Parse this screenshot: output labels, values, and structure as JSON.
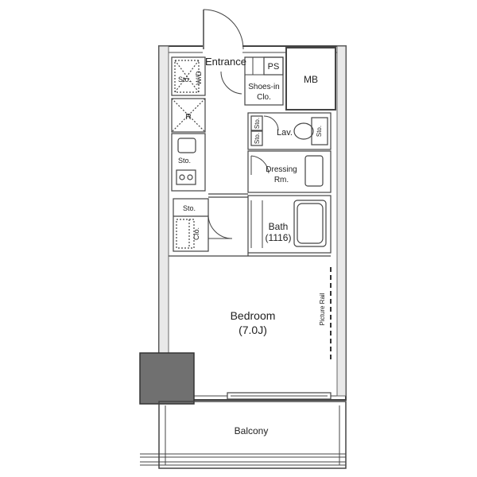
{
  "rooms": {
    "entrance": "Entrance",
    "ps": "PS",
    "mb": "MB",
    "shoes_in_closet": [
      "Shoes-in",
      "Clo."
    ],
    "storage_top": "Sto.",
    "wd": "W/D",
    "refrigerator": "R",
    "storage_kitchen": "Sto.",
    "storage_lav_1": "Sto.",
    "storage_lav_2": "Sto.",
    "lavatory": "Lav.",
    "storage_toilet": "Sto.",
    "dressing_room": [
      "Dressing",
      "Rm."
    ],
    "storage_hall": "Sto.",
    "closet_hall": "Clo.",
    "bath": [
      "Bath",
      "(1116)"
    ],
    "bedroom": [
      "Bedroom",
      "(7.0J)"
    ],
    "picture_rail": "Picture Rail",
    "balcony": "Balcony"
  }
}
